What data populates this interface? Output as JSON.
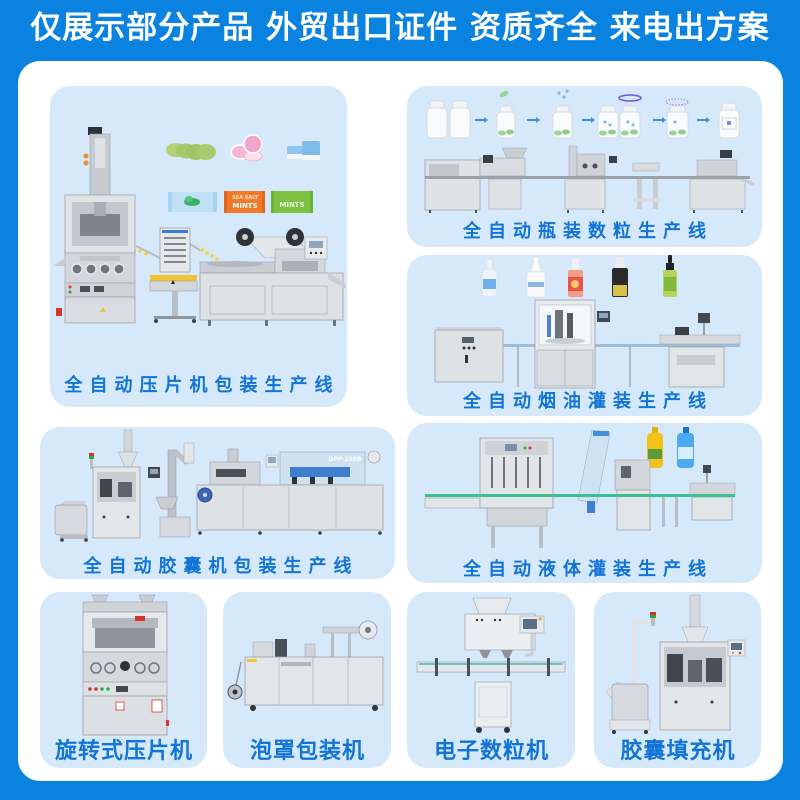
{
  "header": {
    "title": "仅展示部分产品 外贸出口证件 资质齐全 来电出方案"
  },
  "theme": {
    "brand_blue": "#0a82e0",
    "panel_bg": "#ffffff",
    "card_bg": "#d6e9fb",
    "title_blue": "#1274d6"
  },
  "production_lines": [
    {
      "title": "全自动压片机包装生产线",
      "images": [
        "green-tablets",
        "pink-tablets",
        "blue-tablets",
        "mint-candy",
        "sea-salt-mints-candy",
        "green-mints-candy",
        "rotary-tablet-press",
        "tablet-elevator",
        "pillow-wrapping-machine"
      ],
      "candy_labels": {
        "orange_top": "SEA SALT",
        "orange_bottom": "MINTS",
        "green": "MINTS"
      }
    },
    {
      "title": "全自动瓶装数粒生产线",
      "images": [
        "empty-bottles",
        "arrow-right-icon",
        "bottle-with-capsules",
        "arrow-right-icon",
        "bottle-with-desiccant",
        "arrow-right-icon",
        "capped-bottles",
        "arrow-right-icon",
        "sealed-bottle",
        "arrow-right-icon",
        "labeled-bottle",
        "bottle-counting-line"
      ]
    },
    {
      "title": "全自动烟油灌装生产线",
      "images": [
        "eye-drop-bottle",
        "white-dropper-bottle",
        "red-eliquid-bottle",
        "black-eliquid-bottle",
        "green-dropper-bottle",
        "eliquid-filling-line"
      ]
    },
    {
      "title": "全自动胶囊机包装生产线",
      "images": [
        "capsule-filler",
        "capsule-elevator",
        "blister-packing-machine"
      ],
      "machine_label": "DPP-250B"
    },
    {
      "title": "全自动液体灌装生产线",
      "images": [
        "cooking-oil-bottle",
        "blue-liquid-bottle",
        "liquid-filling-line"
      ]
    }
  ],
  "machines": [
    {
      "title": "旋转式压片机",
      "image": "rotary-tablet-press"
    },
    {
      "title": "泡罩包装机",
      "image": "blister-packing-machine"
    },
    {
      "title": "电子数粒机",
      "image": "electronic-counting-machine"
    },
    {
      "title": "胶囊填充机",
      "image": "capsule-filling-machine"
    }
  ]
}
